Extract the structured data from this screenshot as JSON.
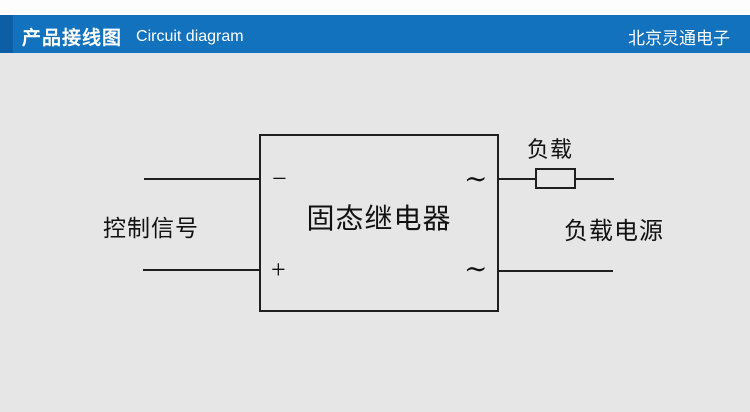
{
  "colors": {
    "header-bar": "#1272bd",
    "header-accent": "#0d5ea5",
    "page-bg": "#e6e6e6",
    "top-strip": "#fdfdfd",
    "line": "#1f1f1f",
    "text": "#111111",
    "header-text": "#ffffff"
  },
  "header": {
    "title_zh": "产品接线图",
    "title_en": "Circuit diagram",
    "company": "北京灵通电子"
  },
  "diagram": {
    "relay_label": "固态继电器",
    "control_label": "控制信号",
    "load_label": "负载",
    "load_power_label": "负载电源",
    "terminal_minus": "−",
    "terminal_plus": "+",
    "terminal_ac_top": "∼",
    "terminal_ac_bottom": "∼"
  }
}
